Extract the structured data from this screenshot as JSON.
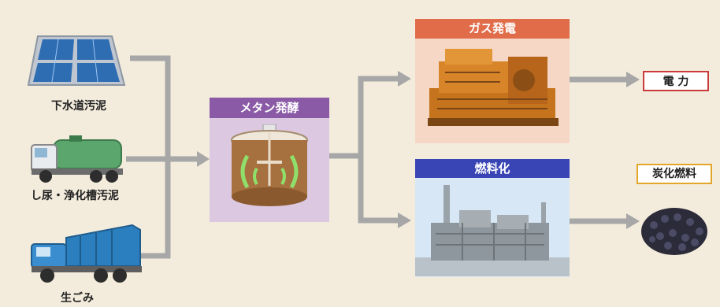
{
  "sources": [
    {
      "label": "下水道汚泥",
      "icon": "solar-panel-icon"
    },
    {
      "label": "し尿・浄化槽汚泥",
      "icon": "tank-truck-icon"
    },
    {
      "label": "生ごみ",
      "icon": "garbage-truck-icon"
    }
  ],
  "process": {
    "title": "メタン発酵",
    "icon": "methane-digester-icon"
  },
  "branches": [
    {
      "title": "ガス発電",
      "icon": "gas-generator-icon",
      "output": "電 力"
    },
    {
      "title": "燃料化",
      "icon": "fuel-plant-icon",
      "output": "炭化燃料"
    }
  ],
  "colors": {
    "background": "#f3ecdc",
    "arrow": "#a7a7a7",
    "process_header": "#8a5aa6",
    "gas_header": "#e06c4a",
    "fuel_header": "#3a45b5",
    "power_border": "#c83c3c",
    "char_border": "#e2a628"
  }
}
